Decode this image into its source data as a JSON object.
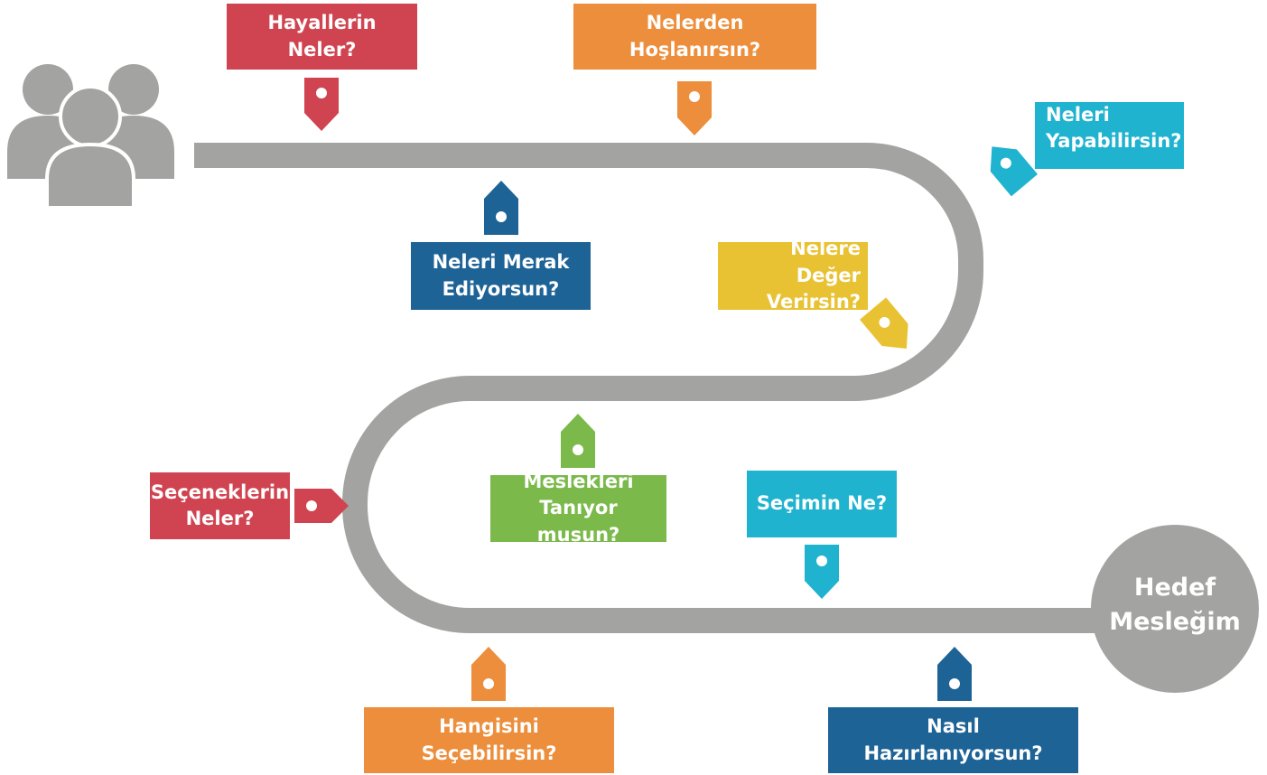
{
  "goal": {
    "line1": "Hedef",
    "line2": "Mesleğim"
  },
  "questions": [
    {
      "id": "dreams",
      "line1": "Hayallerin Neler?",
      "line2": "",
      "color": "#cf4450"
    },
    {
      "id": "likes",
      "line1": "Nelerden Hoşlanırsın?",
      "line2": "",
      "color": "#ec8e3b"
    },
    {
      "id": "abilities",
      "line1": "Neleri",
      "line2": "Yapabilirsin?",
      "color": "#1fb3cf"
    },
    {
      "id": "curiosity",
      "line1": "Neleri Merak",
      "line2": "Ediyorsun?",
      "color": "#1e6396"
    },
    {
      "id": "values",
      "line1": "Nelere Değer",
      "line2": "Verirsin?",
      "color": "#e8c233"
    },
    {
      "id": "options",
      "line1": "Seçeneklerin",
      "line2": "Neler?",
      "color": "#cf4450"
    },
    {
      "id": "professions",
      "line1": "Meslekleri",
      "line2": "Tanıyor musun?",
      "color": "#7ab94a"
    },
    {
      "id": "choice",
      "line1": "Seçimin Ne?",
      "line2": "",
      "color": "#1fb3cf"
    },
    {
      "id": "which",
      "line1": "Hangisini Seçebilirsin?",
      "line2": "",
      "color": "#ec8e3b"
    },
    {
      "id": "prepare",
      "line1": "Nasıl Hazırlanıyorsun?",
      "line2": "",
      "color": "#1e6396"
    }
  ],
  "colors": {
    "road": "#a3a3a1",
    "people": "#a3a3a1"
  },
  "icons": [
    "people-icon",
    "tag-icon"
  ]
}
